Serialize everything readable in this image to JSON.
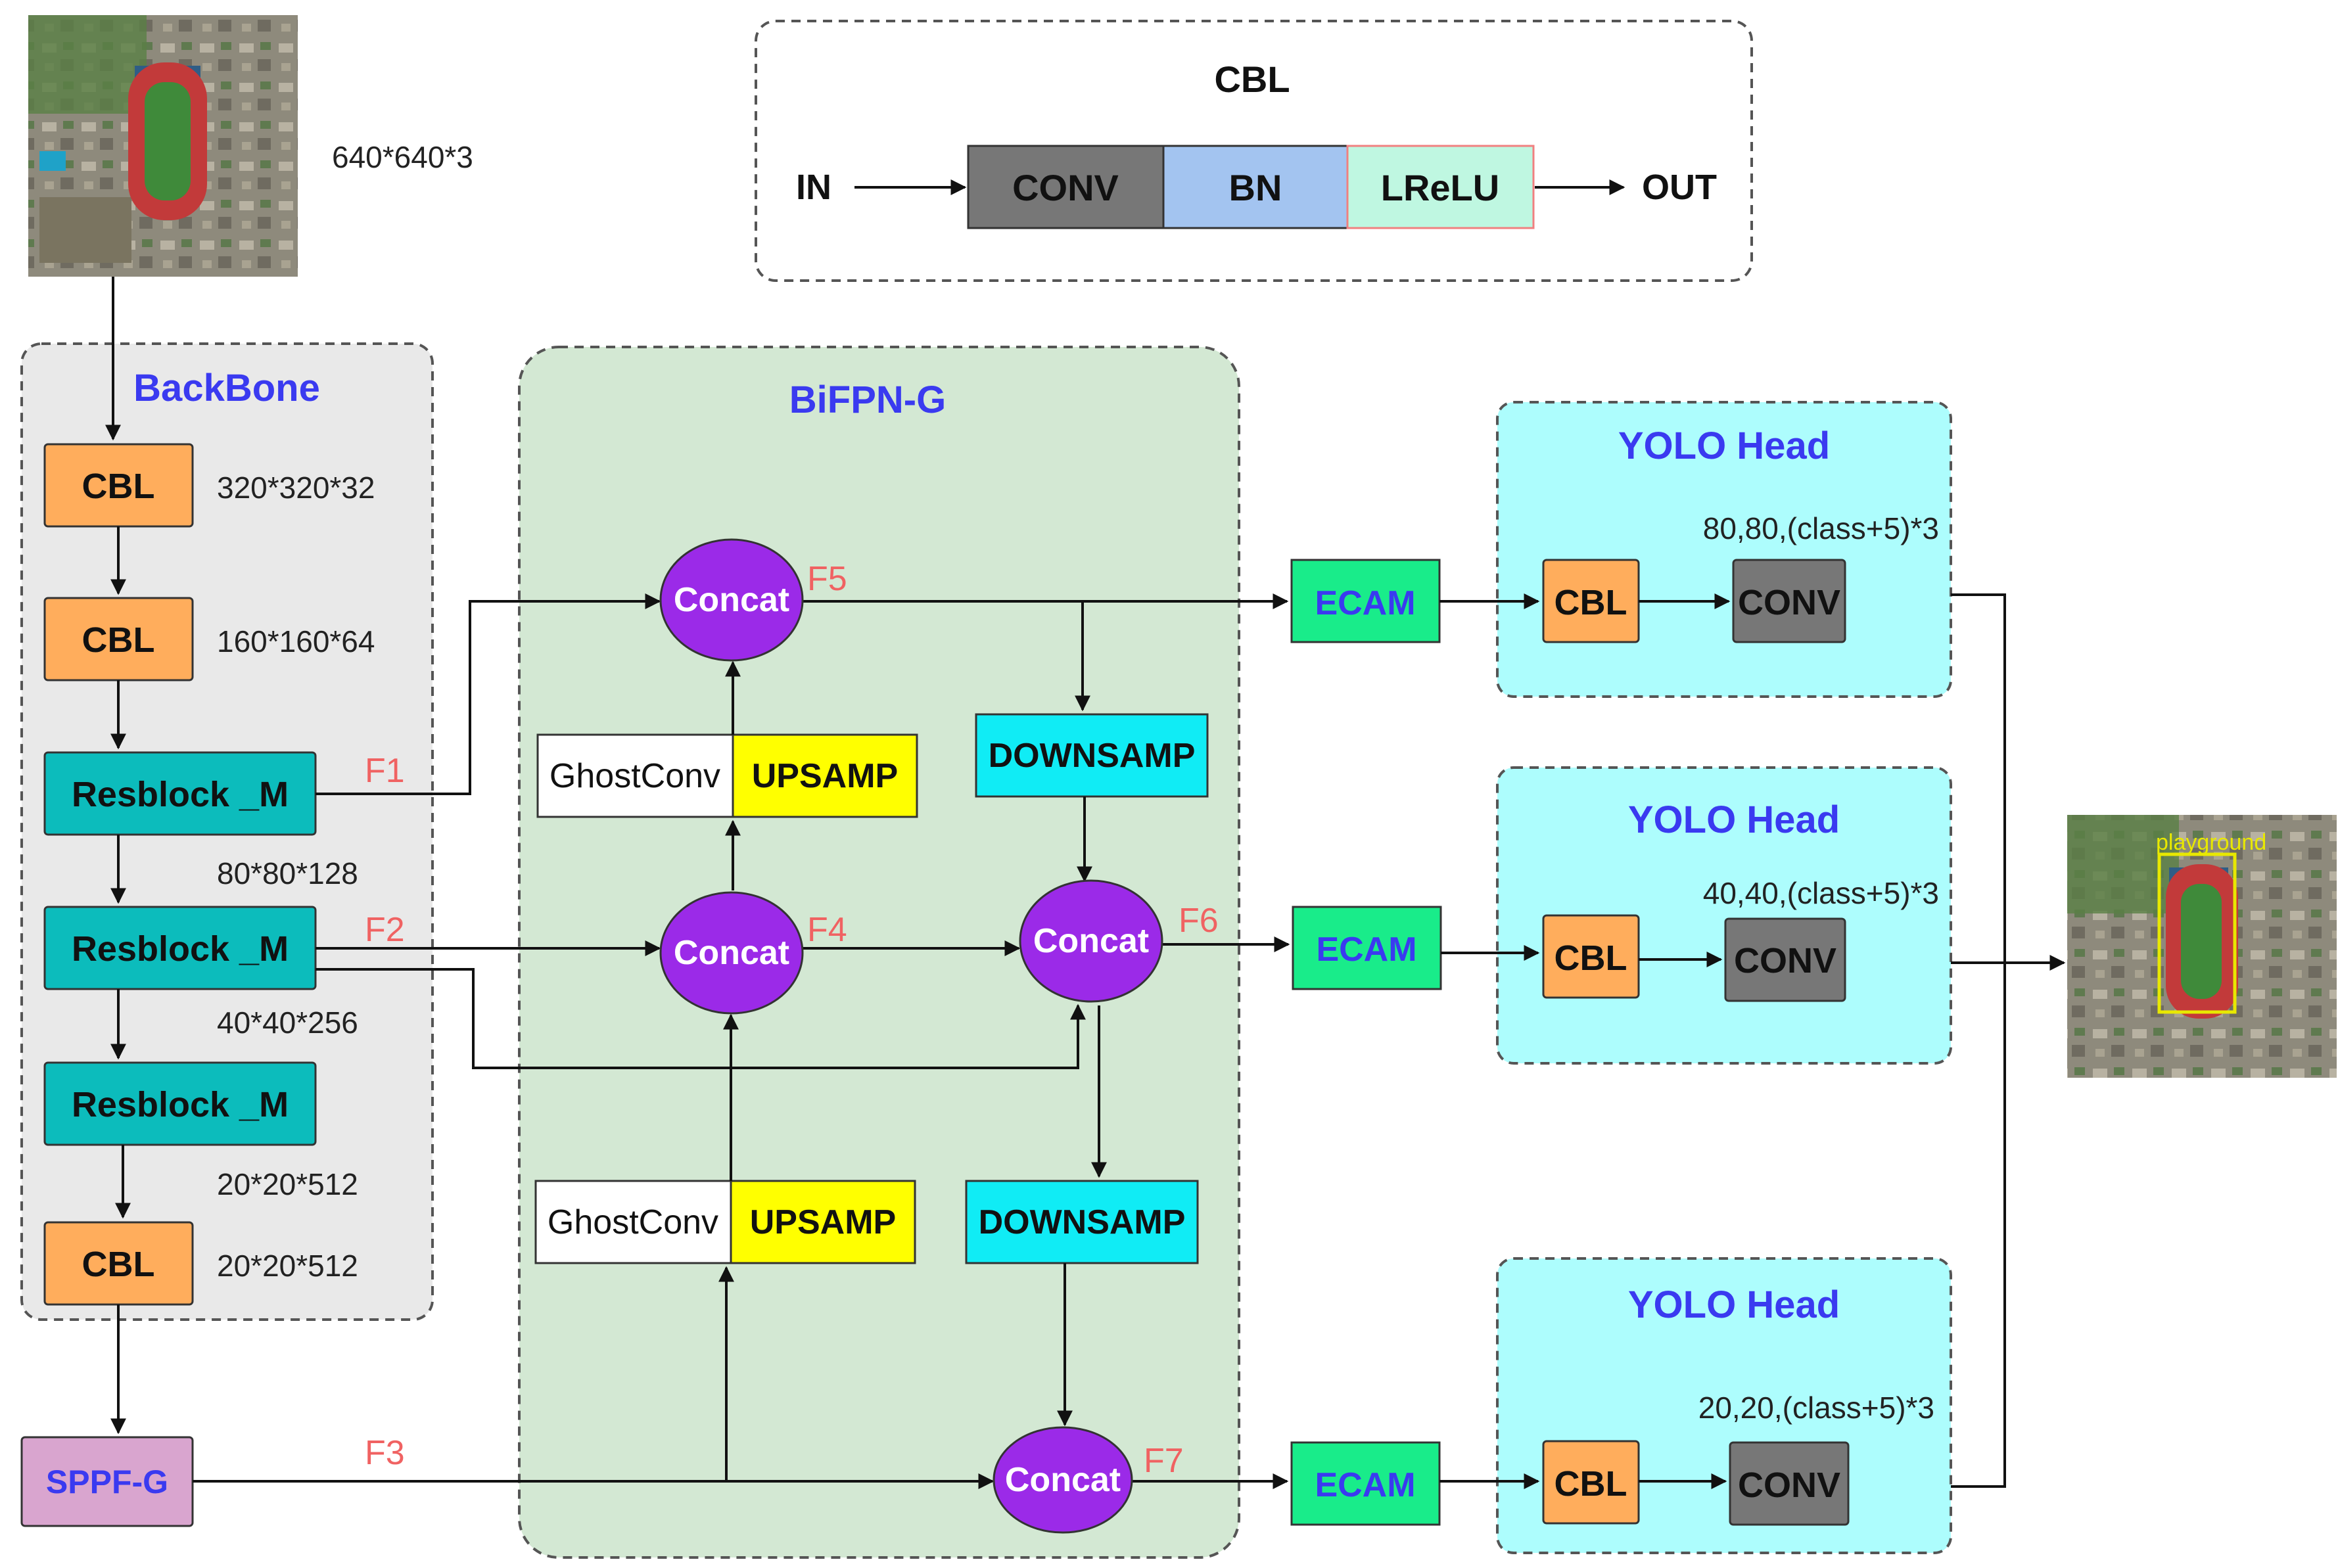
{
  "input_size": "640*640*3",
  "cbl_legend": {
    "title": "CBL",
    "in_label": "IN",
    "out_label": "OUT",
    "blocks": [
      "CONV",
      "BN",
      "LReLU"
    ]
  },
  "backbone": {
    "title": "BackBone",
    "blocks": [
      "CBL",
      "CBL",
      "Resblock _M",
      "Resblock _M",
      "Resblock _M",
      "CBL"
    ],
    "sizes": [
      "320*320*32",
      "160*160*64",
      "80*80*128",
      "40*40*256",
      "20*20*512",
      "20*20*512"
    ]
  },
  "sppf": "SPPF-G",
  "bifpn": {
    "title": "BiFPN-G",
    "concat_label": "Concat",
    "ghostconv_label": "GhostConv",
    "upsamp_label": "UPSAMP",
    "downsamp_label": "DOWNSAMP"
  },
  "feature_labels": [
    "F1",
    "F2",
    "F3",
    "F4",
    "F5",
    "F6",
    "F7"
  ],
  "ecam_label": "ECAM",
  "heads": {
    "title": "YOLO Head",
    "cbl_label": "CBL",
    "conv_label": "CONV",
    "outputs": [
      "80,80,(class+5)*3",
      "40,40,(class+5)*3",
      "20,20,(class+5)*3"
    ]
  },
  "detection_label": "playground",
  "colors": {
    "cbl": "#ffad5c",
    "resblock": "#0cbcbc",
    "sppf": "#d9a5cf",
    "concat": "#9b2ae8",
    "ecam": "#19ec8a",
    "downsamp": "#10ecf5",
    "upsamp": "#ffff00",
    "head_bg": "#adfdfd",
    "bifpn_bg": "#d3e8d3",
    "backbone_bg": "#e9e9e9",
    "title_blue": "#3a3af0",
    "feature_red": "#f06262",
    "conv": "#777777",
    "bn": "#a3c4f0",
    "lrelu": "#bff7e1"
  }
}
